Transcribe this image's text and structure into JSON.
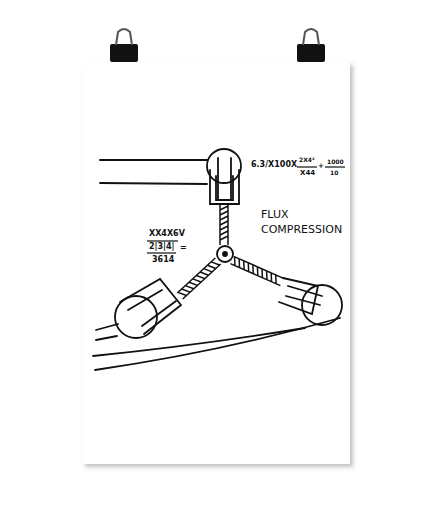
{
  "diagram": {
    "labels": [
      "6.3/X100X",
      "2X4²",
      "X44",
      "+",
      "1000",
      "10",
      "XX4X6V",
      "2|3|4|",
      "=",
      "3614",
      "FLUX COMPRESSION"
    ]
  }
}
